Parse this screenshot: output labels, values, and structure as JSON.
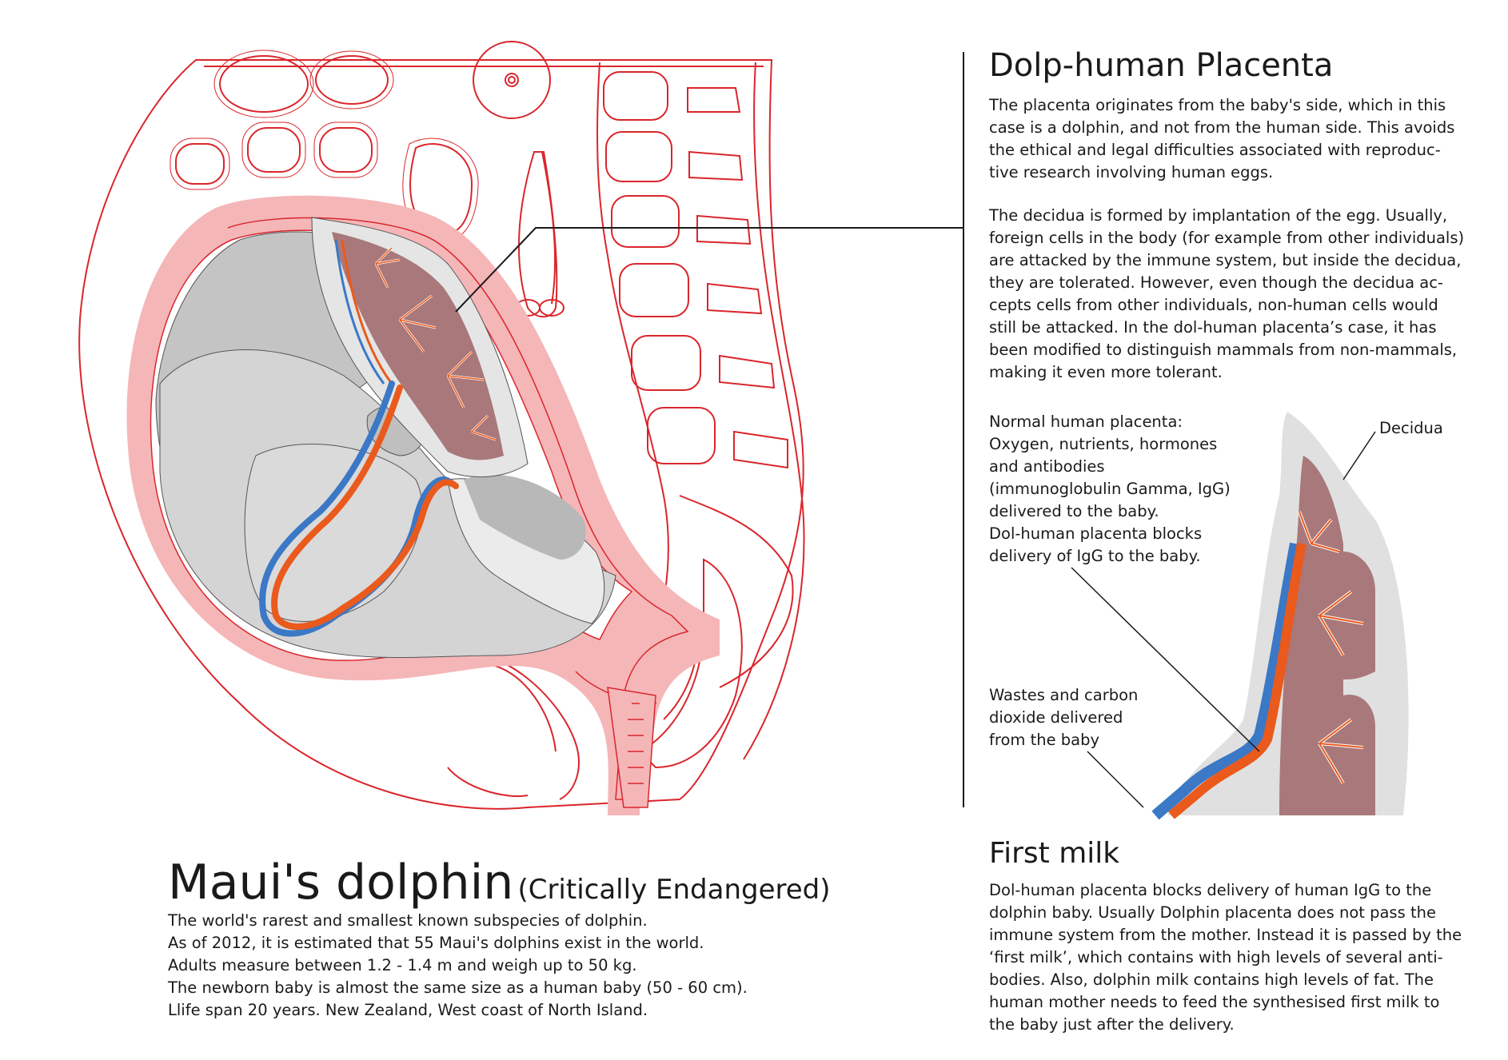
{
  "placenta_section": {
    "title": "Dolp-human Placenta",
    "para1": [
      "The placenta originates from the baby's side, which in this",
      "case is a dolphin, and not from the human side. This avoids",
      "the ethical and legal difficulties associated with reproduc-",
      "tive research involving human eggs."
    ],
    "para2": [
      "The decidua is formed by implantation of the egg. Usually,",
      "foreign cells in the body (for example from other individuals)",
      "are attacked by the immune system, but inside the decidua,",
      "they are tolerated. However, even though the decidua ac-",
      "cepts cells from other individuals, non-human cells would",
      "still be attacked. In the dol-human placenta’s case, it has",
      "been modified to distinguish mammals from non-mammals,",
      "making it even more tolerant."
    ]
  },
  "labels": {
    "normal_placenta": [
      "Normal human placenta:",
      "Oxygen, nutrients, hormones",
      "and antibodies",
      "(immunoglobulin Gamma, IgG)",
      "delivered to the baby.",
      "Dol-human placenta blocks",
      "delivery of IgG to the baby."
    ],
    "decidua": "Decidua",
    "wastes": [
      "Wastes and carbon",
      "dioxide delivered",
      "from the baby"
    ]
  },
  "first_milk": {
    "title": "First milk",
    "lines": [
      "Dol-human placenta blocks delivery of human IgG to the",
      "dolphin baby. Usually Dolphin placenta does not pass the",
      "immune system from the mother. Instead it is passed by the",
      "‘first milk’, which contains with high levels of several anti-",
      "bodies. Also, dolphin milk contains high levels of fat. The",
      "human mother needs to feed the synthesised first milk to",
      "the baby just after the delivery."
    ]
  },
  "dolphin": {
    "title": "Maui's dolphin",
    "status": "(Critically Endangered)",
    "lines": [
      "The world's rarest and smallest known subspecies of dolphin.",
      "As of 2012, it is estimated that 55 Maui's dolphins exist in the world.",
      "Adults measure between 1.2 - 1.4 m and weigh up to 50 kg.",
      "The newborn baby is almost the same size as a human baby (50 - 60 cm).",
      "Llife span 20 years. New Zealand, West coast of North Island."
    ]
  },
  "colors": {
    "outline_red": "#d9262c",
    "uterus_pink": "#f5b6b8",
    "placenta_mauve": "#a8787b",
    "vein_orange": "#ea5a1c",
    "vein_blue": "#3b78c6",
    "fetus_gray": "#d4d4d4",
    "text": "#1a1a1a"
  }
}
